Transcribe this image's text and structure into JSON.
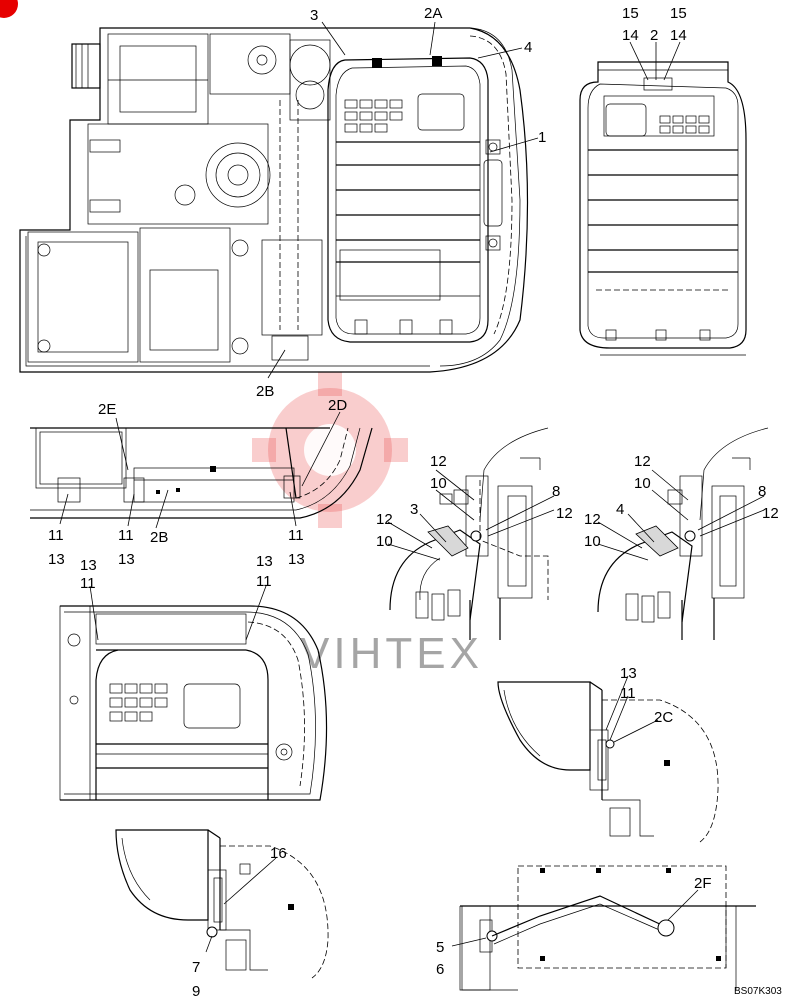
{
  "drawing": {
    "code": "BS07K303",
    "watermark_text": "VIHTEX",
    "callouts": {
      "top_main": {
        "c3": "3",
        "c2a": "2A",
        "c4": "4",
        "c1": "1",
        "c2b": "2B"
      },
      "top_right": {
        "c15a": "15",
        "c14a": "14",
        "c2": "2",
        "c15b": "15",
        "c14b": "14"
      },
      "mid_left": {
        "c2e": "2E",
        "c2d": "2D",
        "c11a": "11",
        "c13a": "13",
        "c11b": "11",
        "c13b": "13",
        "c2b": "2B",
        "c11c": "11",
        "c13c": "13"
      },
      "mid_center": {
        "c12a": "12",
        "c10a": "10",
        "c8": "8",
        "c12b": "12",
        "c12c": "12",
        "c10b": "10",
        "c3": "3"
      },
      "mid_right": {
        "c12a": "12",
        "c10a": "10",
        "c8": "8",
        "c12b": "12",
        "c12c": "12",
        "c10b": "10",
        "c4": "4"
      },
      "lower_left": {
        "c13a": "13",
        "c11a": "11",
        "c13b": "13",
        "c11b": "11"
      },
      "lower_right": {
        "c13": "13",
        "c11": "11",
        "c2c": "2C"
      },
      "bottom_left": {
        "c16": "16",
        "c7": "7",
        "c9": "9"
      },
      "bottom_right": {
        "c2f": "2F",
        "c5": "5",
        "c6": "6"
      }
    }
  }
}
